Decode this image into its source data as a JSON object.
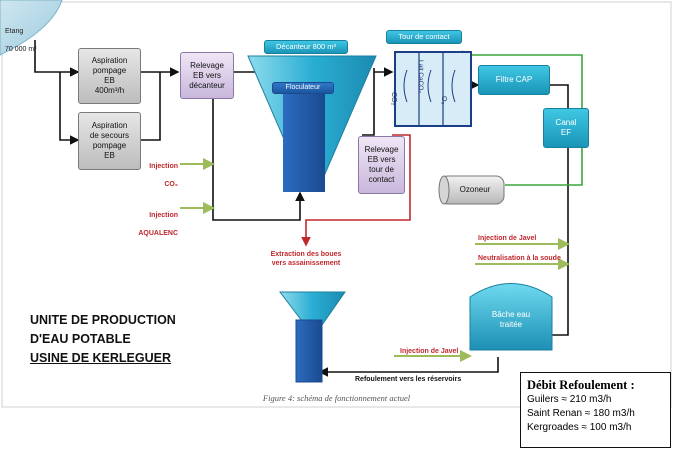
{
  "etang": {
    "name": "Etang",
    "volume": "70 000 m³"
  },
  "boxes": {
    "aspiration": "Aspiration\npompage\nEB\n400m³/h",
    "secours": "Aspiration\nde secours\npompage\nEB",
    "relevage1": "Relevage\nEB vers\ndécanteur",
    "relevage2": "Relevage\nEB vers\ntour de\ncontact",
    "filtre": "Filtre CAP",
    "canal": "Canal\nEF",
    "ozoneur": "Ozoneur",
    "bache": "Bâche eau\ntraitée"
  },
  "labels": {
    "decanteur": "Décanteur 800 m³",
    "floculateur": "Floculateur",
    "tour": "Tour de contact",
    "co2": "CO₂",
    "lait_caco3": "Lait CaCO₃",
    "o3": "O₃",
    "injection_co2_1": "Injection",
    "injection_co2_2": "CO₂",
    "injection_aqualenc_1": "Injection",
    "injection_aqualenc_2": "AQUALENC",
    "extraction": "Extraction des boues\nvers assainissement",
    "javel1": "Injection de Javel",
    "neutralisation": "Neutralisation à la soude",
    "javel2": "Injection de Javel",
    "refoulement": "Refoulement vers les réservoirs"
  },
  "title": {
    "line1": "UNITE DE PRODUCTION",
    "line2": "D'EAU POTABLE",
    "line3": "USINE DE KERLEGUER"
  },
  "caption": "Figure 4: schéma de fonctionnement actuel",
  "debit": {
    "heading": "Débit Refoulement :",
    "rows": [
      "Guilers ≈ 210 m3/h",
      "Saint Renan ≈ 180 m3/h",
      "Kergroades ≈ 100 m3/h"
    ]
  },
  "colors": {
    "water_blue": "#2aaed4",
    "tank_dark": "#1f56a6",
    "red_line": "#c0282d",
    "green_line": "#3aa63a",
    "injection_green": "#9dbb5a"
  }
}
